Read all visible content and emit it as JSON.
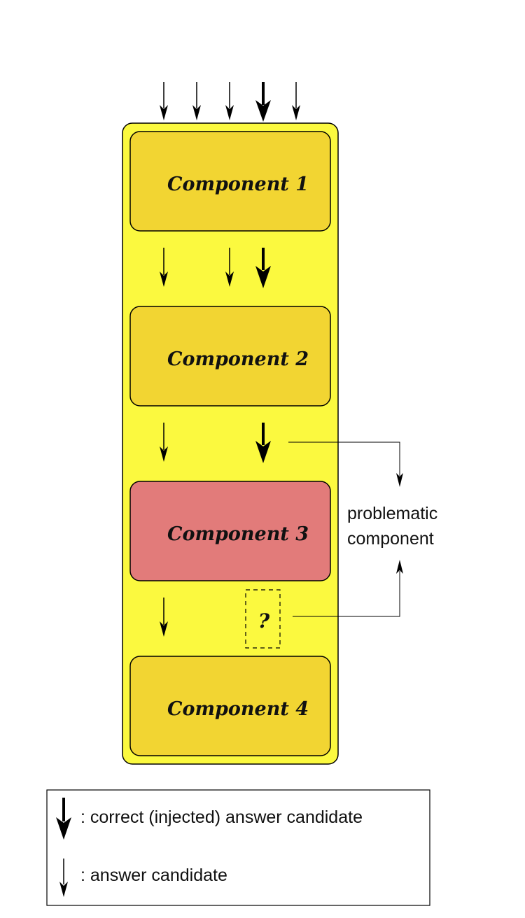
{
  "colors": {
    "outer_fill": "#fbf93f",
    "component_fill": "#f2d532",
    "problem_fill": "#e27b7a",
    "stroke": "#000000"
  },
  "components": [
    {
      "label": "Component 1",
      "problematic": false
    },
    {
      "label": "Component 2",
      "problematic": false
    },
    {
      "label": "Component 3",
      "problematic": true
    },
    {
      "label": "Component 4",
      "problematic": false
    }
  ],
  "unknown_output_symbol": "?",
  "side_annotation": {
    "line1": "problematic",
    "line2": "component"
  },
  "legend": {
    "correct_label": ": correct (injected) answer candidate",
    "candidate_label": ": answer candidate"
  }
}
